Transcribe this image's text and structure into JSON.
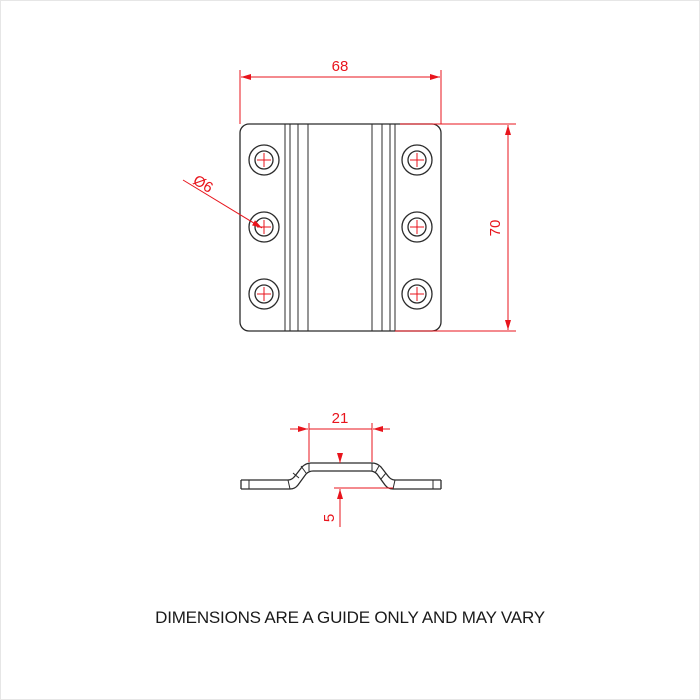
{
  "drawing": {
    "colors": {
      "outline": "#2b2b2b",
      "dimension": "#e8141c",
      "background": "#ffffff"
    },
    "plan_view": {
      "width_dimension": "68",
      "height_dimension": "70",
      "hole_diameter_label": "Ø6",
      "hole_count": 6
    },
    "side_view": {
      "raised_width_dimension": "21",
      "raise_height_dimension": "5"
    },
    "note": "DIMENSIONS ARE A GUIDE ONLY AND MAY VARY"
  }
}
